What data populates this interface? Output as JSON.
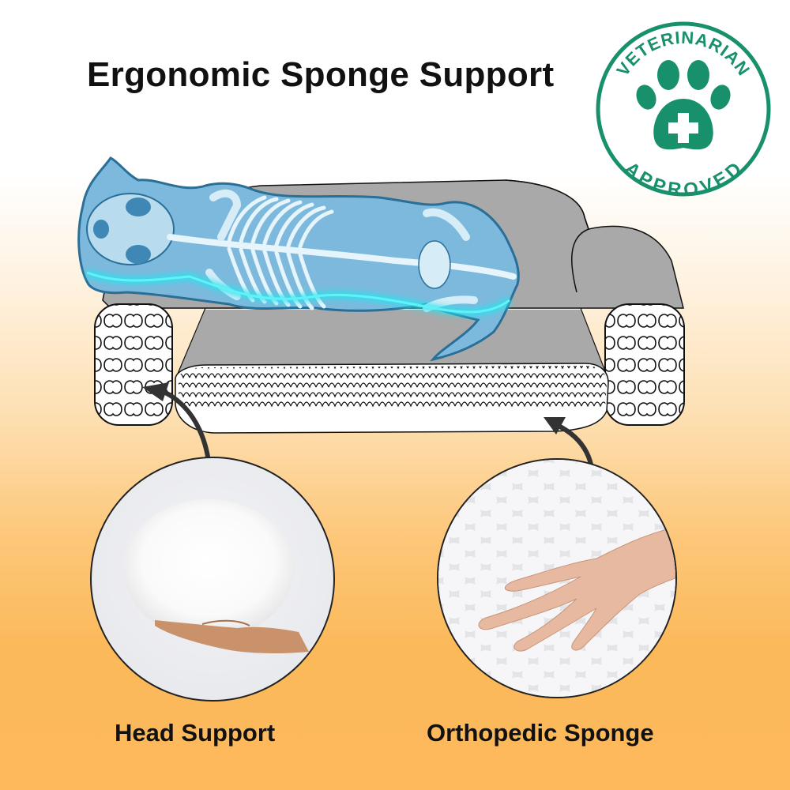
{
  "title": "Ergonomic Sponge Support",
  "badge": {
    "top_text": "VETERINARIAN",
    "bottom_text": "APPROVED",
    "icon": "paw-with-cross-icon",
    "color": "#17906b"
  },
  "illustration": {
    "subject": "cat-skeleton-on-bolster-bed",
    "bed_color": "#a9a9a9",
    "skeleton_color": "#6fb0d6",
    "glow_color": "#27e3f0"
  },
  "features": [
    {
      "label": "Head Support",
      "image": "cotton-fiber-in-hand"
    },
    {
      "label": "Orthopedic Sponge",
      "image": "egg-crate-foam-with-hand"
    }
  ],
  "colors": {
    "background_top": "#ffffff",
    "background_bottom": "#fdb95c",
    "text": "#111111",
    "arrow": "#333333"
  }
}
